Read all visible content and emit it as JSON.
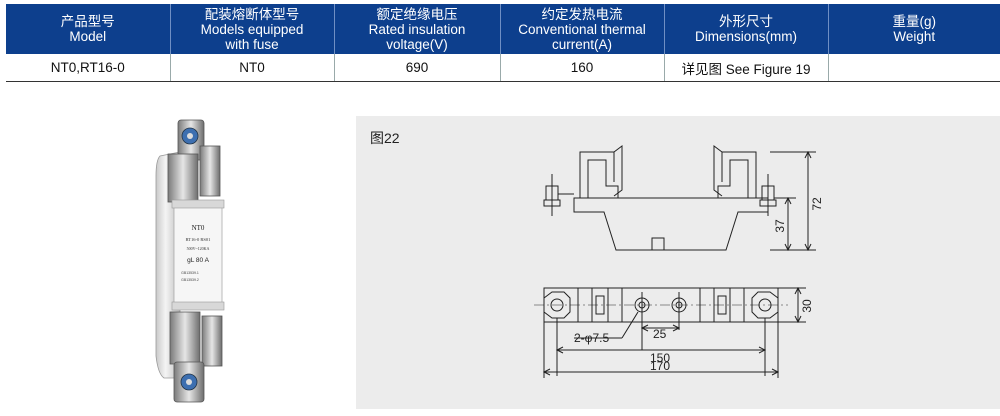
{
  "table": {
    "headers": [
      {
        "zh": "产品型号",
        "en": [
          "Model"
        ]
      },
      {
        "zh": "配装熔断体型号",
        "en": [
          "Models equipped",
          "with fuse"
        ]
      },
      {
        "zh": "额定绝缘电压",
        "en": [
          "Rated insulation",
          "voltage(V)"
        ]
      },
      {
        "zh": "约定发热电流",
        "en": [
          "Conventional thermal",
          "current(A)"
        ]
      },
      {
        "zh": "外形尺寸",
        "en": [
          "Dimensions(mm)"
        ]
      },
      {
        "zh": "重量(g)",
        "en": [
          "Weight"
        ]
      }
    ],
    "rows": [
      [
        "NT0,RT16-0",
        "NT0",
        "690",
        "160",
        "详见图 See Figure 19",
        ""
      ]
    ]
  },
  "photo": {
    "fuse_text": [
      "NT0",
      "RT16-0 RS01",
      "500V~120KA",
      "gL  80  A",
      "GB13539.1",
      "GB13539.2"
    ]
  },
  "figure": {
    "label": "图22",
    "dimensions": {
      "height_total": "72",
      "height_mid": "37",
      "width_base": "30",
      "hole": "2-φ7.5",
      "hole_spacing": "25",
      "inner": "150",
      "overall": "170"
    }
  },
  "colors": {
    "header_bg": "#0d3f8d",
    "drawing_bg": "#ececec"
  }
}
